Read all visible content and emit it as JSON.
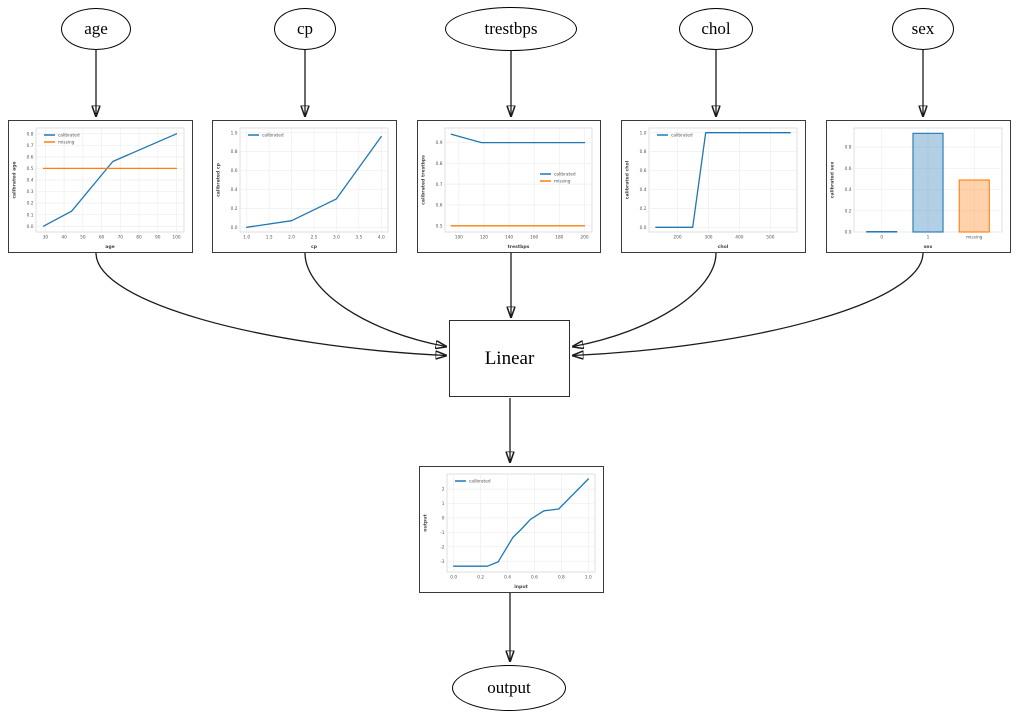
{
  "nodes": {
    "age": "age",
    "cp": "cp",
    "trestbps": "trestbps",
    "chol": "chol",
    "sex": "sex",
    "linear": "Linear",
    "output": "output"
  },
  "colors": {
    "calibrated_blue": "#1f77b4",
    "missing_orange": "#ff7f0e",
    "edge_black": "#1a1a1a"
  },
  "chart_data": [
    {
      "feature": "age",
      "type": "line",
      "title": "",
      "xlabel": "age",
      "ylabel": "calibrated age",
      "xlim": [
        25,
        104
      ],
      "ylim": [
        -0.05,
        0.85
      ],
      "xticks": [
        30,
        40,
        50,
        60,
        70,
        80,
        90,
        100
      ],
      "xtick_labels": [
        "30",
        "40",
        "50",
        "60",
        "70",
        "80",
        "90",
        "100"
      ],
      "yticks": [
        0.0,
        0.1,
        0.2,
        0.3,
        0.4,
        0.5,
        0.6,
        0.7,
        0.8
      ],
      "ytick_labels": [
        "0.0",
        "0.1",
        "0.2",
        "0.3",
        "0.4",
        "0.5",
        "0.6",
        "0.7",
        "0.8"
      ],
      "grid": true,
      "legend": {
        "position": "upper-left",
        "entries": [
          "calibrated",
          "missing"
        ]
      },
      "series": [
        {
          "name": "calibrated",
          "color": "#1f77b4",
          "points": [
            [
              29,
              0.0
            ],
            [
              44,
              0.13
            ],
            [
              66,
              0.56
            ],
            [
              100,
              0.8
            ]
          ]
        },
        {
          "name": "missing",
          "color": "#ff7f0e",
          "points": [
            [
              29,
              0.5
            ],
            [
              100,
              0.5
            ]
          ]
        }
      ]
    },
    {
      "feature": "cp",
      "type": "line",
      "title": "",
      "xlabel": "cp",
      "ylabel": "calibrated cp",
      "xlim": [
        0.85,
        4.15
      ],
      "ylim": [
        -0.05,
        1.05
      ],
      "xticks": [
        1.0,
        1.5,
        2.0,
        2.5,
        3.0,
        3.5,
        4.0
      ],
      "xtick_labels": [
        "1.0",
        "1.5",
        "2.0",
        "2.5",
        "3.0",
        "3.5",
        "4.0"
      ],
      "yticks": [
        0.0,
        0.2,
        0.4,
        0.6,
        0.8,
        1.0
      ],
      "ytick_labels": [
        "0.0",
        "0.2",
        "0.4",
        "0.6",
        "0.8",
        "1.0"
      ],
      "grid": true,
      "legend": {
        "position": "upper-left",
        "entries": [
          "calibrated"
        ]
      },
      "series": [
        {
          "name": "calibrated",
          "color": "#1f77b4",
          "points": [
            [
              1.0,
              0.0
            ],
            [
              2.0,
              0.07
            ],
            [
              3.0,
              0.3
            ],
            [
              4.0,
              0.96
            ]
          ]
        }
      ]
    },
    {
      "feature": "trestbps",
      "type": "line",
      "title": "",
      "xlabel": "trestbps",
      "ylabel": "calibrated trestbps",
      "xlim": [
        89,
        206
      ],
      "ylim": [
        0.47,
        0.97
      ],
      "xticks": [
        100,
        120,
        140,
        160,
        180,
        200
      ],
      "xtick_labels": [
        "100",
        "120",
        "140",
        "160",
        "180",
        "200"
      ],
      "yticks": [
        0.5,
        0.6,
        0.7,
        0.8,
        0.9
      ],
      "ytick_labels": [
        "0.5",
        "0.6",
        "0.7",
        "0.8",
        "0.9"
      ],
      "grid": true,
      "legend": {
        "position": "center-right",
        "entries": [
          "calibrated",
          "missing"
        ]
      },
      "series": [
        {
          "name": "calibrated",
          "color": "#1f77b4",
          "points": [
            [
              94,
              0.94
            ],
            [
              118,
              0.9
            ],
            [
              200,
              0.9
            ]
          ]
        },
        {
          "name": "missing",
          "color": "#ff7f0e",
          "points": [
            [
              94,
              0.5
            ],
            [
              200,
              0.5
            ]
          ]
        }
      ]
    },
    {
      "feature": "chol",
      "type": "line",
      "title": "",
      "xlabel": "chol",
      "ylabel": "calibrated chol",
      "xlim": [
        108,
        586
      ],
      "ylim": [
        -0.05,
        1.05
      ],
      "xticks": [
        200,
        300,
        400,
        500
      ],
      "xtick_labels": [
        "200",
        "300",
        "400",
        "500"
      ],
      "yticks": [
        0.0,
        0.2,
        0.4,
        0.6,
        0.8,
        1.0
      ],
      "ytick_labels": [
        "0.0",
        "0.2",
        "0.4",
        "0.6",
        "0.8",
        "1.0"
      ],
      "grid": true,
      "legend": {
        "position": "upper-left",
        "entries": [
          "calibrated"
        ]
      },
      "series": [
        {
          "name": "calibrated",
          "color": "#1f77b4",
          "points": [
            [
              130,
              0.0
            ],
            [
              249,
              0.0
            ],
            [
              291,
              1.0
            ],
            [
              564,
              1.0
            ]
          ]
        }
      ]
    },
    {
      "feature": "sex",
      "type": "bar",
      "title": "",
      "xlabel": "sex",
      "ylabel": "calibrated sex",
      "categories": [
        "0",
        "1",
        "missing"
      ],
      "values": [
        0.004,
        0.93,
        0.49
      ],
      "bar_colors": [
        "#1f77b4",
        "#1f77b4",
        "#ff7f0e"
      ],
      "ylim": [
        0,
        0.98
      ],
      "yticks": [
        0.0,
        0.2,
        0.4,
        0.6,
        0.8
      ],
      "ytick_labels": [
        "0.0",
        "0.2",
        "0.4",
        "0.6",
        "0.8"
      ],
      "grid": true
    },
    {
      "feature": "output",
      "type": "line",
      "title": "",
      "xlabel": "input",
      "ylabel": "output",
      "xlim": [
        -0.05,
        1.05
      ],
      "ylim": [
        -3.75,
        3.05
      ],
      "xticks": [
        0.0,
        0.2,
        0.4,
        0.6,
        0.8,
        1.0
      ],
      "xtick_labels": [
        "0.0",
        "0.2",
        "0.4",
        "0.6",
        "0.8",
        "1.0"
      ],
      "yticks": [
        -3,
        -2,
        -1,
        0,
        1,
        2
      ],
      "ytick_labels": [
        "-3",
        "-2",
        "-1",
        "0",
        "1",
        "2"
      ],
      "grid": true,
      "legend": {
        "position": "upper-left",
        "entries": [
          "calibrated"
        ]
      },
      "series": [
        {
          "name": "calibrated",
          "color": "#1f77b4",
          "points": [
            [
              0.0,
              -3.35
            ],
            [
              0.25,
              -3.35
            ],
            [
              0.33,
              -3.05
            ],
            [
              0.44,
              -1.35
            ],
            [
              0.5,
              -0.8
            ],
            [
              0.57,
              -0.1
            ],
            [
              0.67,
              0.5
            ],
            [
              0.72,
              0.55
            ],
            [
              0.78,
              0.62
            ],
            [
              1.0,
              2.7
            ]
          ]
        }
      ]
    }
  ]
}
